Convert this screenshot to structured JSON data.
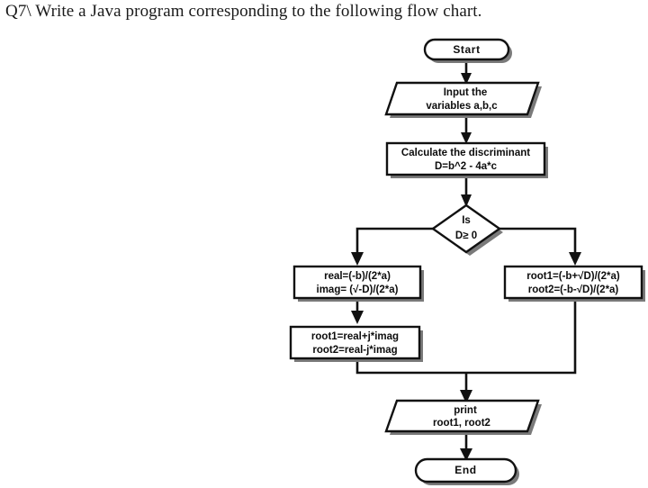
{
  "page": {
    "title": "Q7\\ Write a Java program corresponding to the following flow chart.",
    "background_color": "#ffffff",
    "stroke_color": "#111111",
    "shadow_color": "#7a7a7a"
  },
  "flowchart": {
    "nodes": [
      {
        "id": "start",
        "type": "terminal",
        "lines": [
          "Start"
        ]
      },
      {
        "id": "input",
        "type": "input-output",
        "lines": [
          "Input the",
          "variables a,b,c"
        ]
      },
      {
        "id": "discriminant",
        "type": "process",
        "lines": [
          "Calculate the discriminant",
          "D=b^2 - 4a*c"
        ]
      },
      {
        "id": "decision",
        "type": "decision",
        "lines": [
          "Is",
          "D≥ 0"
        ]
      },
      {
        "id": "complex-parts",
        "type": "process",
        "lines": [
          "real=(-b)/(2*a)",
          "imag= (√-D)/(2*a)"
        ]
      },
      {
        "id": "real-roots",
        "type": "process",
        "lines": [
          "root1=(-b+√D)/(2*a)",
          "root2=(-b-√D)/(2*a)"
        ]
      },
      {
        "id": "complex-roots",
        "type": "process",
        "lines": [
          "root1=real+j*imag",
          "root2=real-j*imag"
        ]
      },
      {
        "id": "print",
        "type": "input-output",
        "lines": [
          "print",
          "root1, root2"
        ]
      },
      {
        "id": "end",
        "type": "terminal",
        "lines": [
          "End"
        ]
      }
    ]
  }
}
